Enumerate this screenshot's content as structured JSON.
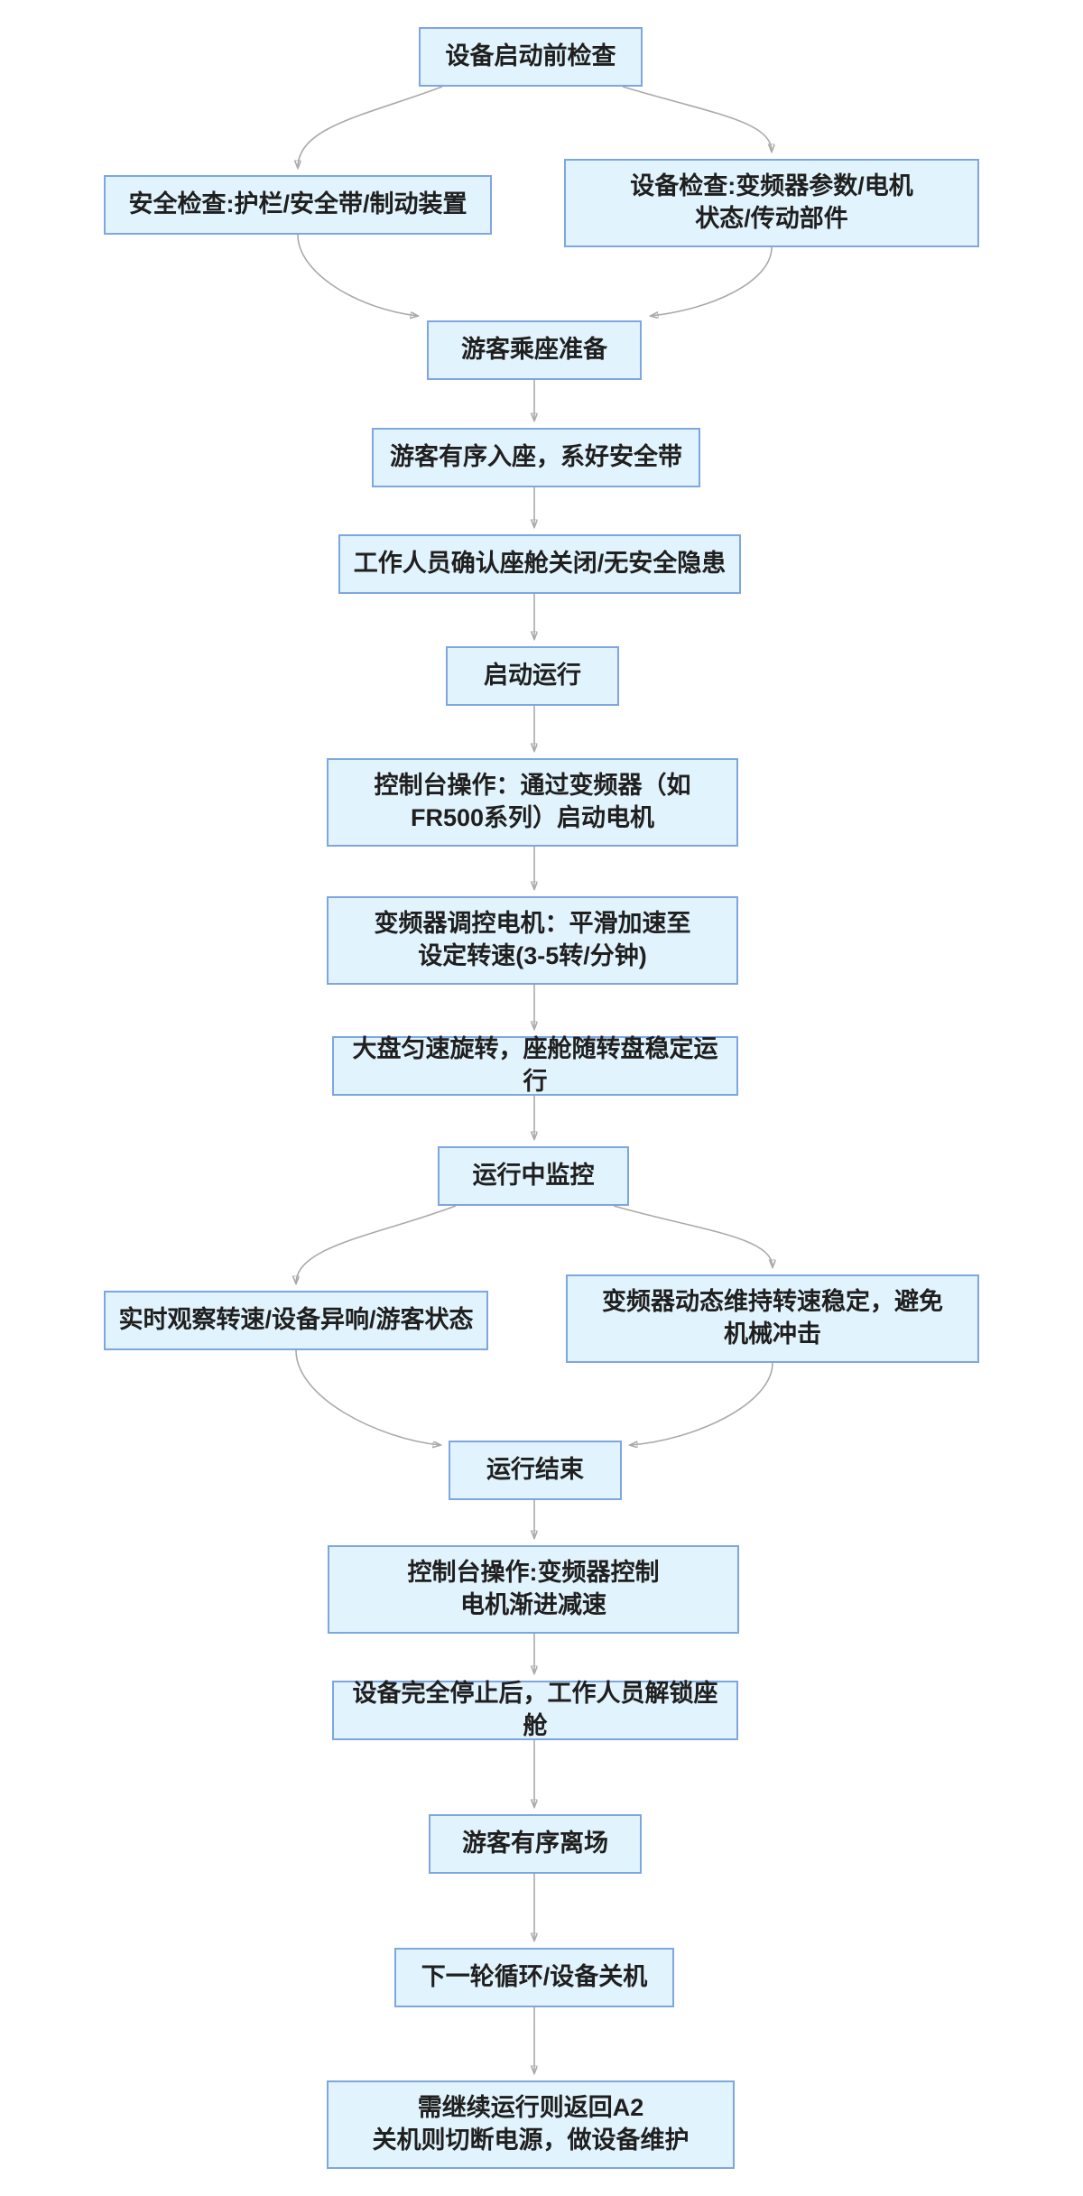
{
  "diagram": {
    "type": "flowchart",
    "direction": "top-down",
    "title": "设备启动前检查流程图"
  },
  "colors": {
    "node_fill": "#e1f3fc",
    "node_border": "#7ea6e0",
    "node_text": "#1f1f1f",
    "arrow": "#aaaaaa",
    "background": "#ffffff"
  },
  "nodes": {
    "a1": {
      "label": "设备启动前检查"
    },
    "b1": {
      "label": "安全检查:护栏/安全带/制动装置"
    },
    "b2": {
      "label": "设备检查:变频器参数/电机\n状态/传动部件"
    },
    "c": {
      "label": "游客乘座准备"
    },
    "d": {
      "label": "游客有序入座，系好安全带"
    },
    "e": {
      "label": "工作人员确认座舱关闭/无安全隐患"
    },
    "f": {
      "label": "启动运行"
    },
    "g": {
      "label": "控制台操作：通过变频器（如\nFR500系列）启动电机"
    },
    "h": {
      "label": "变频器调控电机：平滑加速至\n设定转速(3-5转/分钟)"
    },
    "i": {
      "label": "大盘匀速旋转，座舱随转盘稳定运行"
    },
    "j": {
      "label": "运行中监控"
    },
    "k1": {
      "label": "实时观察转速/设备异响/游客状态"
    },
    "k2": {
      "label": "变频器动态维持转速稳定，避免\n机械冲击"
    },
    "l": {
      "label": "运行结束"
    },
    "m": {
      "label": "控制台操作:变频器控制\n电机渐进减速"
    },
    "n": {
      "label": "设备完全停止后，工作人员解锁座舱"
    },
    "o": {
      "label": "游客有序离场"
    },
    "p": {
      "label": "下一轮循环/设备关机"
    },
    "q": {
      "label": "需继续运行则返回A2\n关机则切断电源，做设备维护"
    }
  },
  "edges": [
    {
      "from": "a1",
      "to": "b1"
    },
    {
      "from": "a1",
      "to": "b2"
    },
    {
      "from": "b1",
      "to": "c"
    },
    {
      "from": "b2",
      "to": "c"
    },
    {
      "from": "c",
      "to": "d"
    },
    {
      "from": "d",
      "to": "e"
    },
    {
      "from": "e",
      "to": "f"
    },
    {
      "from": "f",
      "to": "g"
    },
    {
      "from": "g",
      "to": "h"
    },
    {
      "from": "h",
      "to": "i"
    },
    {
      "from": "i",
      "to": "j"
    },
    {
      "from": "j",
      "to": "k1"
    },
    {
      "from": "j",
      "to": "k2"
    },
    {
      "from": "k1",
      "to": "l"
    },
    {
      "from": "k2",
      "to": "l"
    },
    {
      "from": "l",
      "to": "m"
    },
    {
      "from": "m",
      "to": "n"
    },
    {
      "from": "n",
      "to": "o"
    },
    {
      "from": "o",
      "to": "p"
    },
    {
      "from": "p",
      "to": "q"
    }
  ]
}
